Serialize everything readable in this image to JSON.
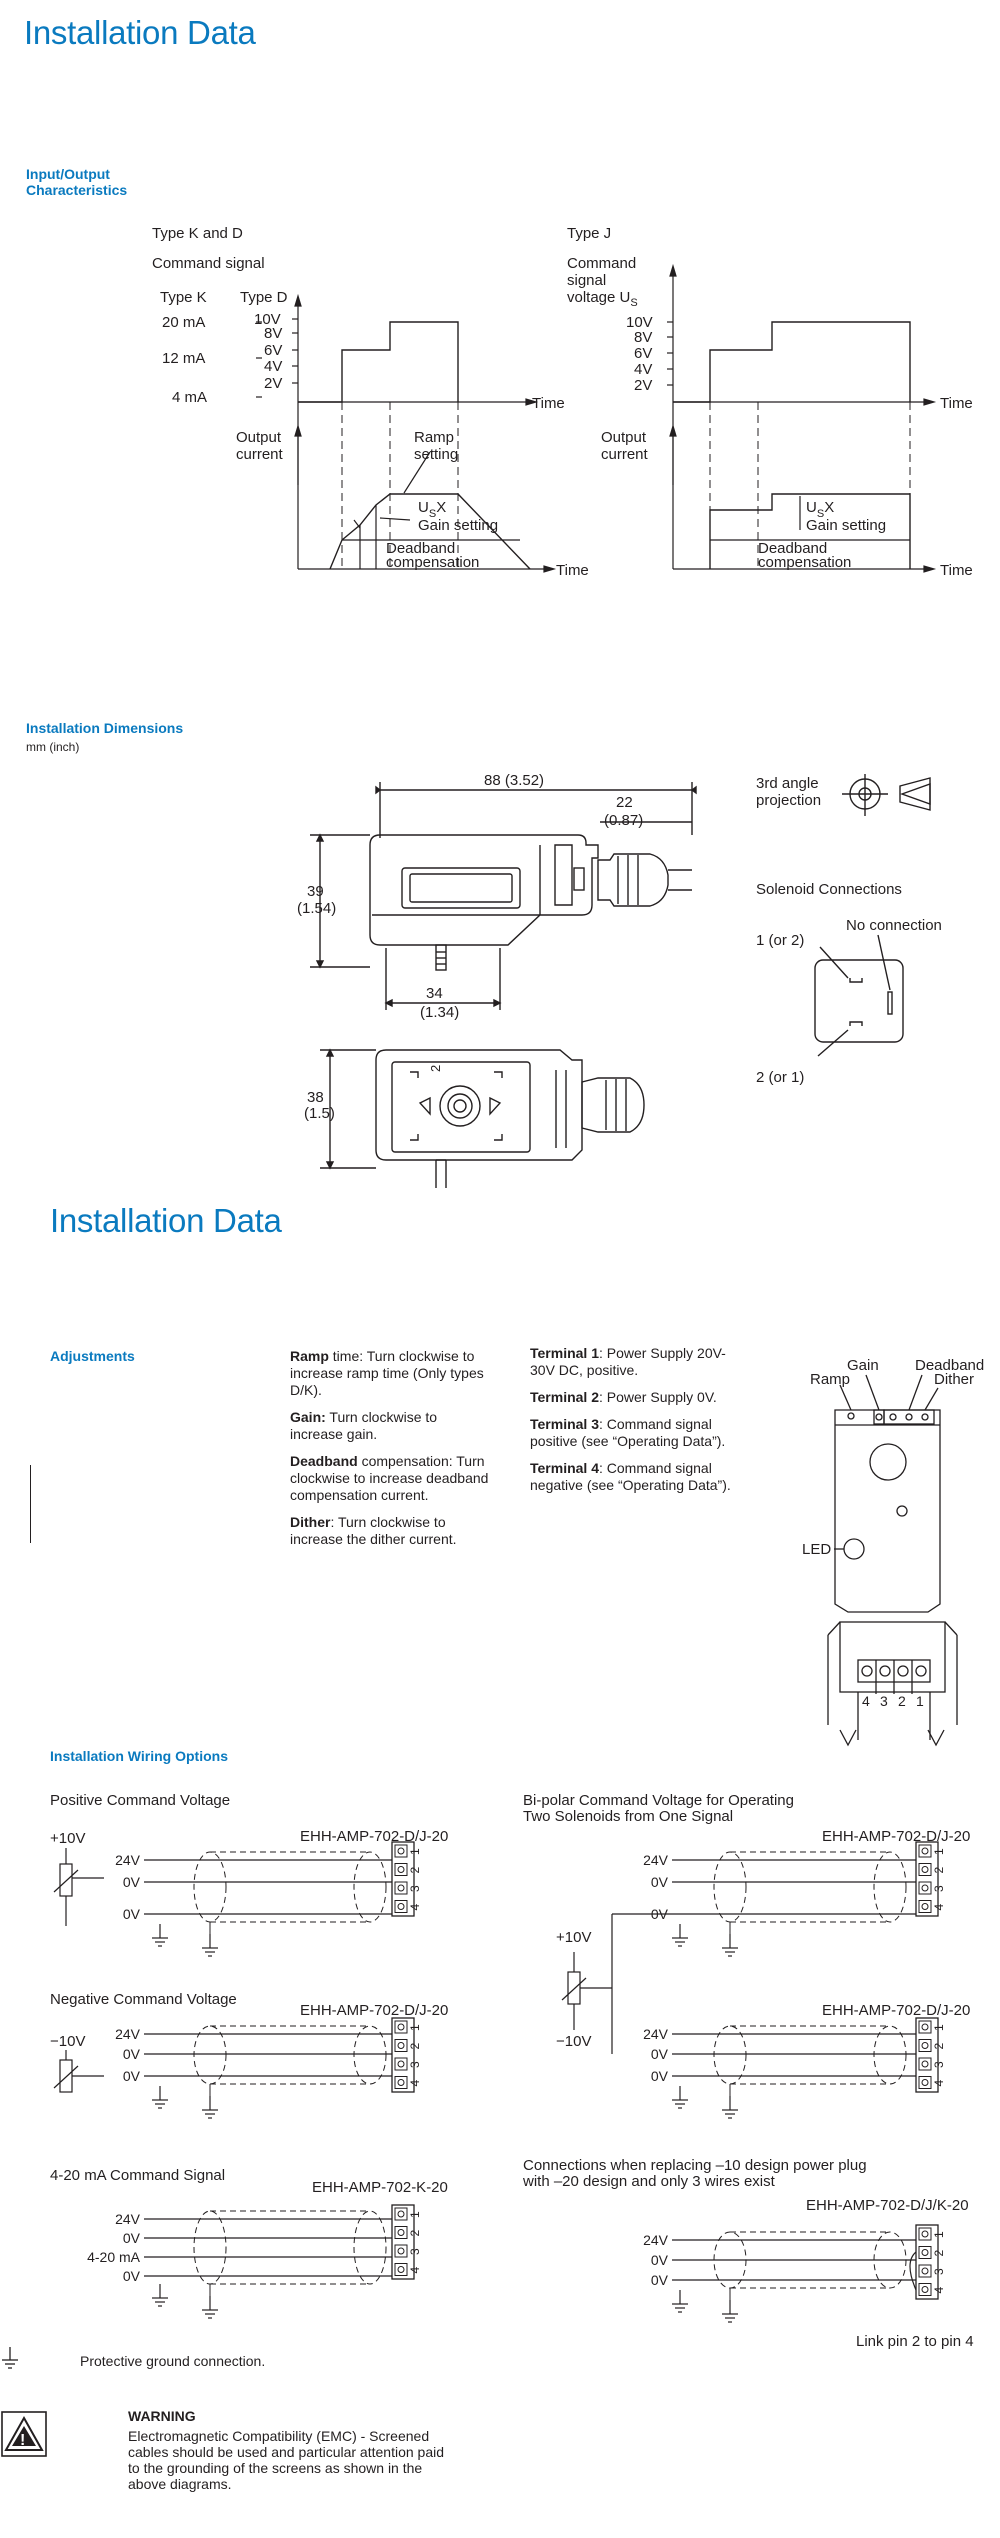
{
  "page1": {
    "title": "Installation Data",
    "io_section": "Input/Output\nCharacteristics",
    "chart_kd": {
      "title": "Type K and D",
      "command_signal": "Command signal",
      "type_k": "Type K",
      "type_d": "Type D",
      "k_ticks": [
        "20 mA",
        "12 mA",
        "4 mA"
      ],
      "d_ticks": [
        "10V",
        "8V",
        "6V",
        "4V",
        "2V"
      ],
      "time": "Time",
      "output_current": [
        "Output",
        "current"
      ],
      "ramp": [
        "Ramp",
        "setting"
      ],
      "usx": "U",
      "usx_sub": "S",
      "usx_x": "X",
      "gain": "Gain setting",
      "deadband": [
        "Deadband",
        "compensation"
      ]
    },
    "chart_j": {
      "title": "Type J",
      "command": [
        "Command",
        "signal",
        "voltage  U"
      ],
      "us_sub": "S",
      "ticks": [
        "10V",
        "8V",
        "6V",
        "4V",
        "2V"
      ],
      "time": "Time",
      "output_current": [
        "Output",
        "current"
      ],
      "usx": "U",
      "usx_sub": "S",
      "usx_x": "X",
      "gain": "Gain setting",
      "deadband": [
        "Deadband",
        "compensation"
      ]
    },
    "dims_section": "Installation Dimensions",
    "dims_unit": "mm (inch)",
    "dim_88": "88 (3.52)",
    "dim_22": [
      "22",
      "(0.87)"
    ],
    "dim_39": [
      "39",
      "(1.54)"
    ],
    "dim_34": [
      "34",
      "(1.34)"
    ],
    "dim_38": [
      "38",
      "(1.5)"
    ],
    "projection": [
      "3rd angle",
      "projection"
    ],
    "solenoid_title": "Solenoid Connections",
    "no_connection": "No connection",
    "pin_1or2": "1 (or 2)",
    "pin_2or1": "2 (or 1)",
    "pin_mark_2": "2"
  },
  "page2": {
    "title": "Installation Data",
    "adjustments": "Adjustments",
    "adj_items": [
      {
        "term": "Ramp",
        "text": " time: Turn clockwise to increase ramp time (Only types D/K)."
      },
      {
        "term": "Gain:",
        "text": " Turn clockwise to increase gain."
      },
      {
        "term": "Deadband",
        "text": " compensation: Turn clockwise to increase deadband compensation current."
      },
      {
        "term": "Dither",
        "text": ": Turn clockwise to increase the dither current."
      }
    ],
    "terminals": [
      {
        "term": "Terminal 1",
        "text": ": Power Supply 20V-30V DC, positive."
      },
      {
        "term": "Terminal 2",
        "text": ": Power Supply 0V."
      },
      {
        "term": "Terminal 3",
        "text": ": Command signal positive (see “Operating Data”)."
      },
      {
        "term": "Terminal 4",
        "text": ": Command signal negative (see “Operating Data”)."
      }
    ],
    "amp_labels": {
      "gain": "Gain",
      "deadband": "Deadband",
      "ramp": "Ramp",
      "dither": "Dither",
      "led": "LED"
    },
    "amp_terminals": [
      "4",
      "3",
      "2",
      "1"
    ],
    "wiring_section": "Installation Wiring Options",
    "wiring": {
      "positive": {
        "title": "Positive Command Voltage",
        "model": "EHH-AMP-702-D/J-20",
        "supply": "+10V",
        "lines": [
          "24V",
          "0V",
          "0V"
        ]
      },
      "negative": {
        "title": "Negative Command Voltage",
        "model": "EHH-AMP-702-D/J-20",
        "supply": "−10V",
        "lines": [
          "24V",
          "0V",
          "0V"
        ]
      },
      "current": {
        "title": "4-20 mA Command Signal",
        "model": "EHH-AMP-702-K-20",
        "lines": [
          "24V",
          "0V",
          "4-20 mA",
          "0V"
        ]
      },
      "bipolar": {
        "title": [
          "Bi-polar Command Voltage for Operating",
          "Two Solenoids from One Signal"
        ],
        "model_top": "EHH-AMP-702-D/J-20",
        "model_bottom": "EHH-AMP-702-D/J-20",
        "plus": "+10V",
        "minus": "−10V",
        "lines_top": [
          "24V",
          "0V",
          "0V"
        ],
        "lines_bottom": [
          "24V",
          "0V",
          "0V"
        ]
      },
      "replace": {
        "title": [
          "Connections when replacing –10 design power plug",
          "with –20 design and only 3 wires exist"
        ],
        "model": "EHH-AMP-702-D/J/K-20",
        "lines": [
          "24V",
          "0V",
          "0V"
        ],
        "note": "Link pin 2 to pin 4"
      },
      "terminal_numbers": [
        "1",
        "2",
        "3",
        "4"
      ]
    },
    "ground_note": "Protective ground connection.",
    "warning_title": "WARNING",
    "warning_text": [
      "Electromagnetic Compatibility (EMC) - Screened",
      "cables should be used and particular attention paid",
      "to the grounding of the screens as shown in the",
      "above diagrams."
    ]
  }
}
